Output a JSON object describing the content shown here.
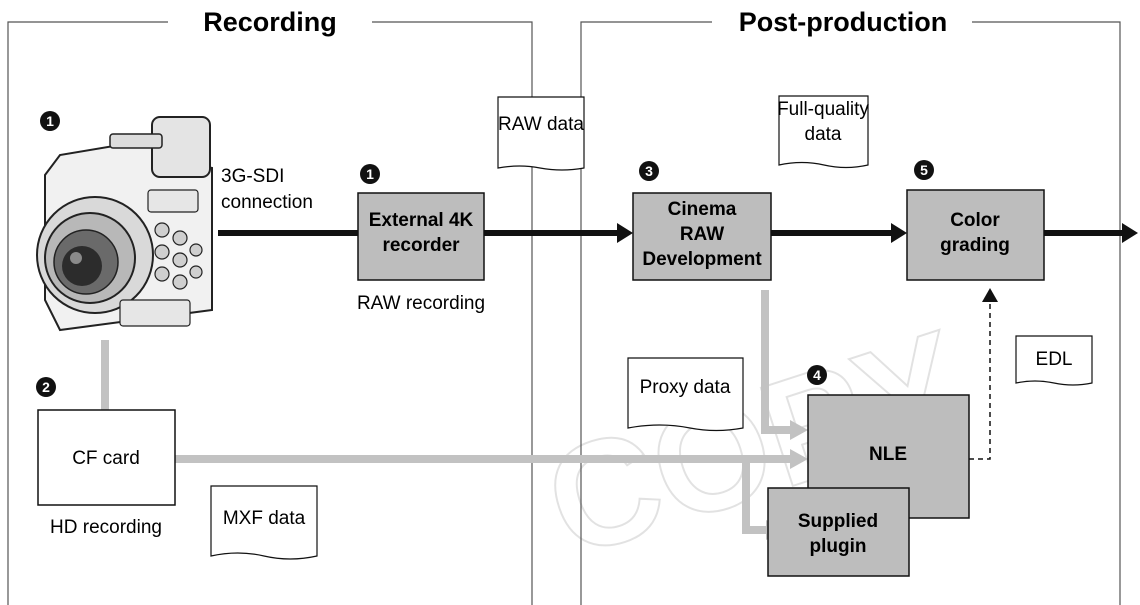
{
  "sections": {
    "recording": "Recording",
    "post_production": "Post-production"
  },
  "steps": {
    "camera": "1",
    "recorder": "1",
    "cf_card": "2",
    "cinema_raw": "3",
    "nle": "4",
    "color_grading": "5"
  },
  "labels": {
    "sdi_line1": "3G-SDI",
    "sdi_line2": "connection",
    "raw_recording": "RAW recording",
    "hd_recording": "HD recording"
  },
  "boxes": {
    "external_recorder": [
      "External 4K",
      "recorder"
    ],
    "cinema_raw": [
      "Cinema",
      "RAW",
      "Development"
    ],
    "color_grading": [
      "Color",
      "grading"
    ],
    "cf_card": "CF card",
    "nle": "NLE",
    "supplied_plugin": [
      "Supplied",
      "plugin"
    ]
  },
  "documents": {
    "raw_data": "RAW data",
    "full_quality": [
      "Full-quality",
      "data"
    ],
    "proxy_data": "Proxy data",
    "edl": "EDL",
    "mxf_data": "MXF data"
  },
  "watermark": "COPY",
  "colors": {
    "box_fill": "#bdbdbd",
    "gray_line": "#c2c2c2",
    "arrow_black": "#111111"
  }
}
